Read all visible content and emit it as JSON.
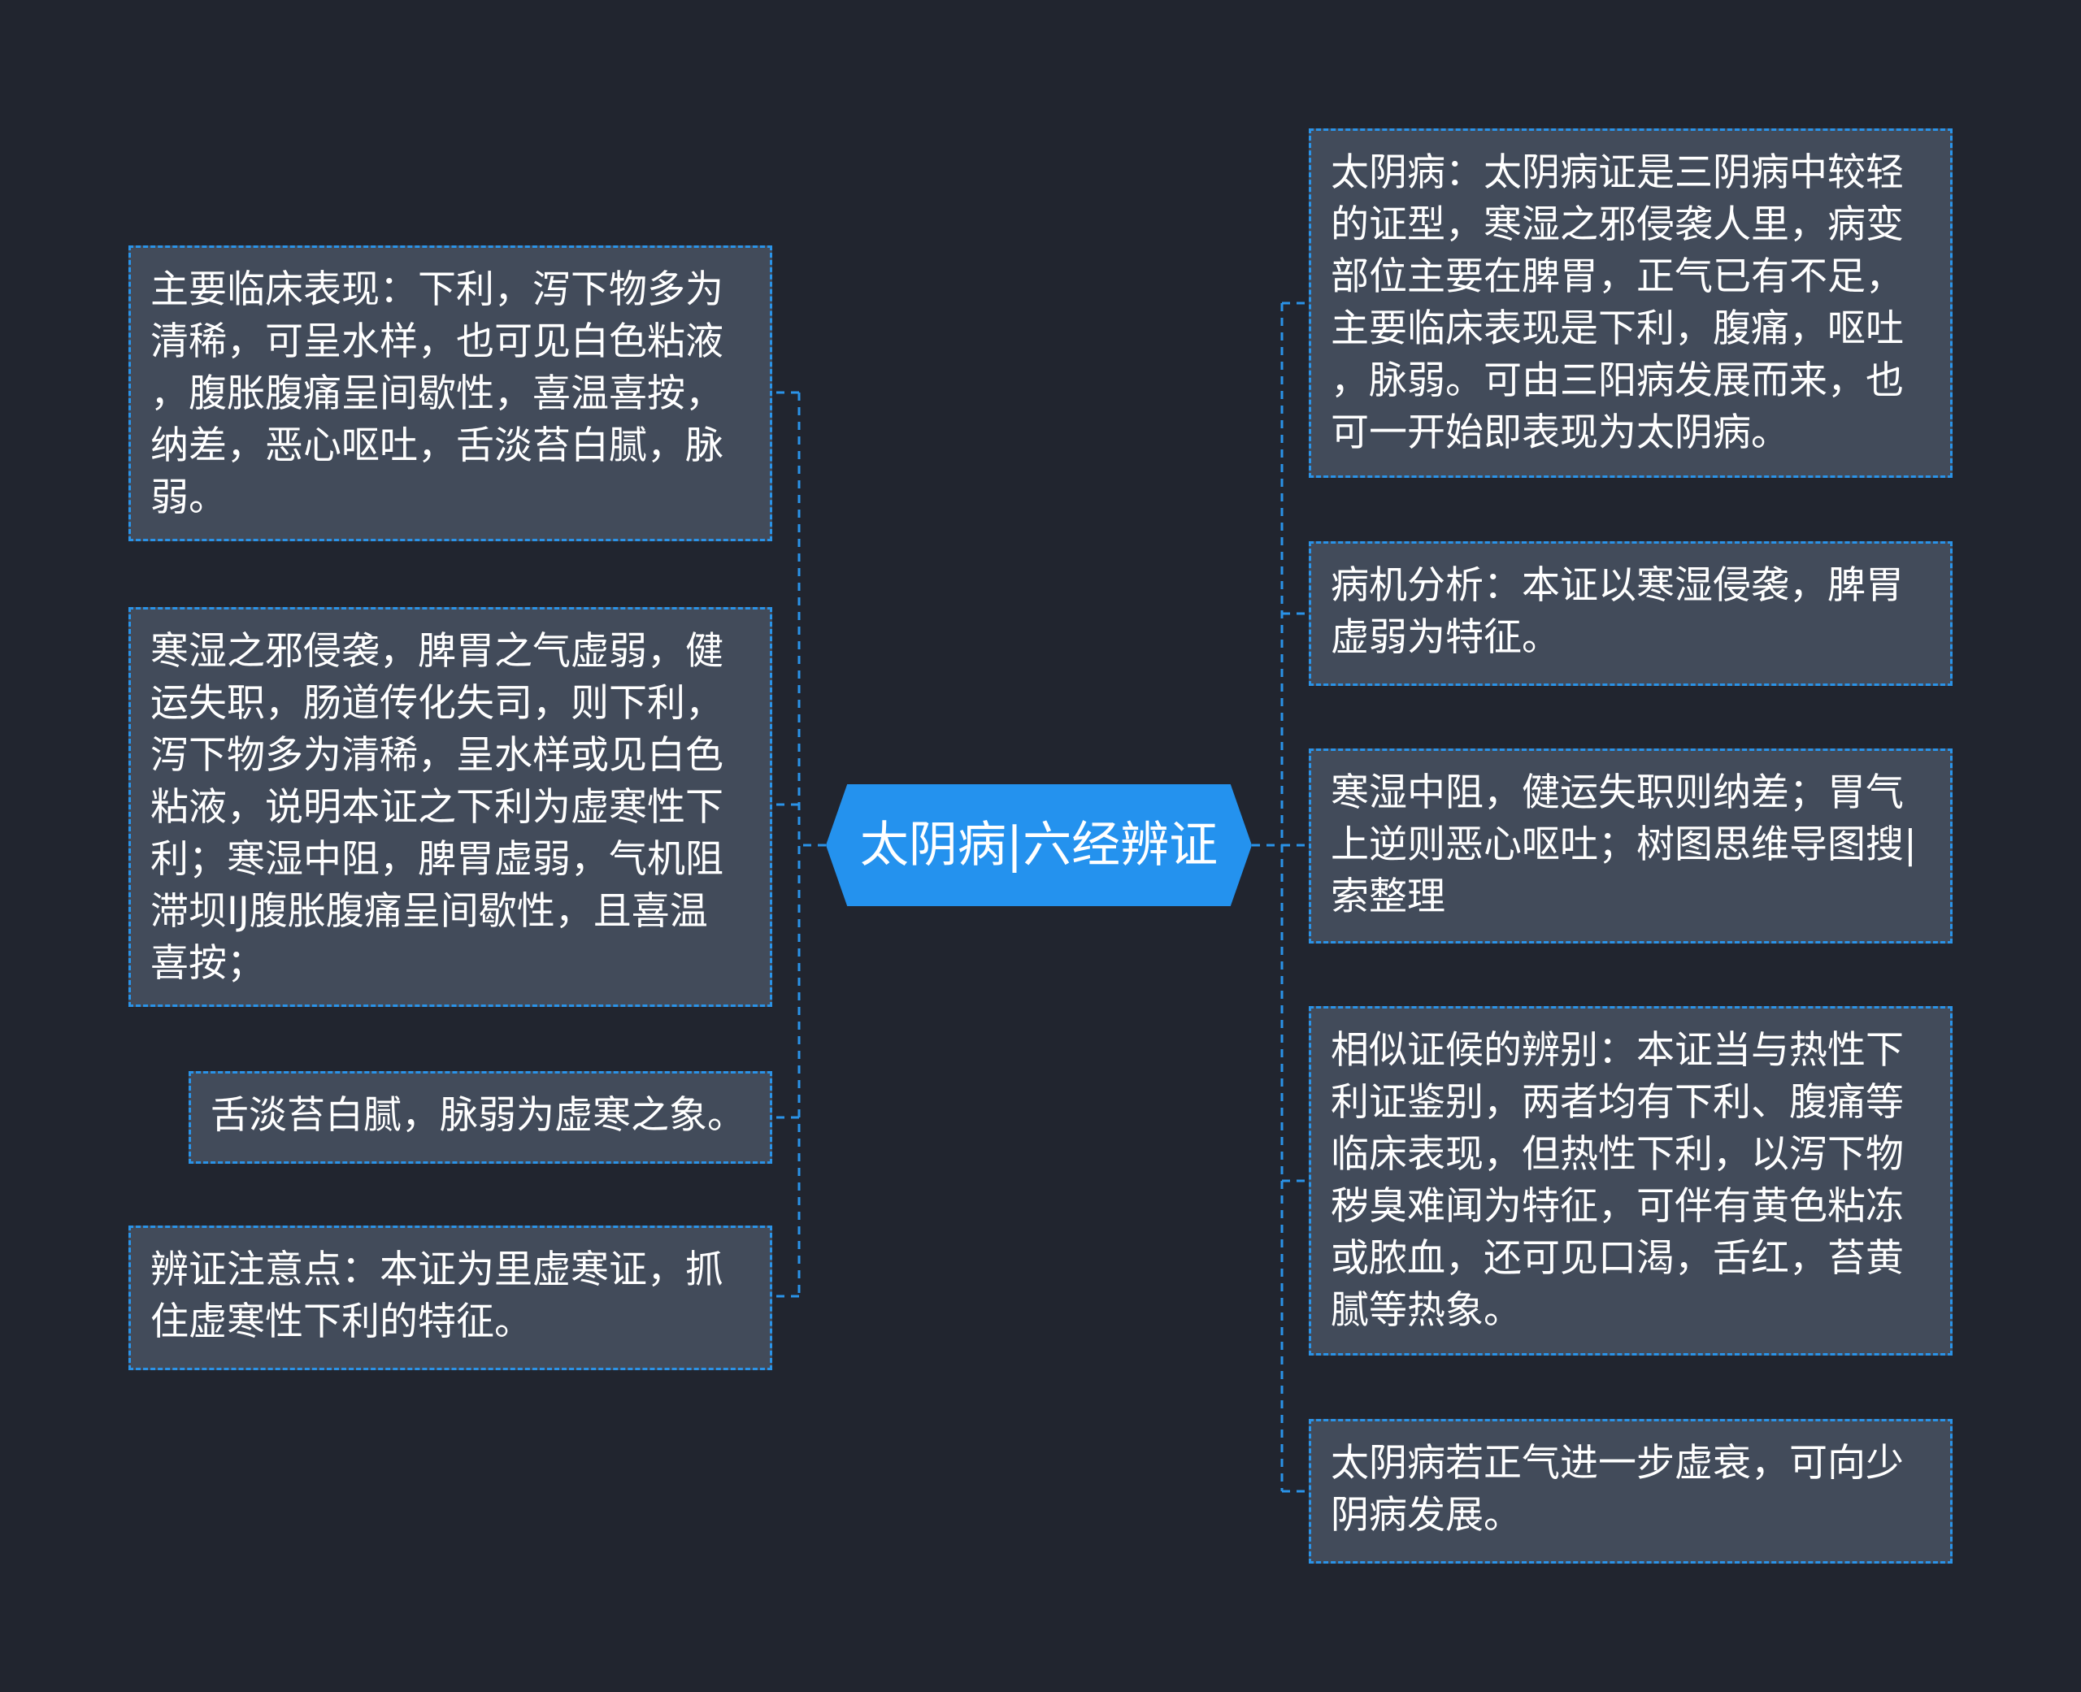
{
  "root": {
    "label": "太阴病|六经辨证"
  },
  "left_nodes": [
    {
      "text": "主要临床表现：下利，泻下物多为\n清稀，可呈水样，也可见白色粘液\n，腹胀腹痛呈间歇性，喜温喜按，\n纳差，恶心呕吐，舌淡苔白腻，脉\n弱。"
    },
    {
      "text": "寒湿之邪侵袭，脾胃之气虚弱，健\n运失职，肠道传化失司，则下利，\n泻下物多为清稀，呈水样或见白色\n粘液，说明本证之下利为虚寒性下\n利；寒湿中阻，脾胃虚弱，气机阻\n滞坝IJ腹胀腹痛呈间歇性，且喜温\n喜按；"
    },
    {
      "text": "舌淡苔白腻，脉弱为虚寒之象。"
    },
    {
      "text": "辨证注意点：本证为里虚寒证，抓\n住虚寒性下利的特征。"
    }
  ],
  "right_nodes": [
    {
      "text": "太阴病：太阴病证是三阴病中较轻\n的证型，寒湿之邪侵袭人里，病变\n部位主要在脾胃，正气已有不足，\n主要临床表现是下利，腹痛，呕吐\n，脉弱。可由三阳病发展而来，也\n可一开始即表现为太阴病。"
    },
    {
      "text": "病机分析：本证以寒湿侵袭，脾胃\n虚弱为特征。"
    },
    {
      "text": "寒湿中阻，健运失职则纳差；胃气\n上逆则恶心呕吐；树图思维导图搜|\n索整理"
    },
    {
      "text": "相似证候的辨别：本证当与热性下\n利证鉴别，两者均有下利、腹痛等\n临床表现，但热性下利，以泻下物\n秽臭难闻为特征，可伴有黄色粘冻\n或脓血，还可见口渴，舌红，苔黄\n腻等热象。"
    },
    {
      "text": "太阴病若正气进一步虚衰，可向少\n阴病发展。"
    }
  ],
  "colors": {
    "background": "#21252f",
    "node_fill": "#424b5a",
    "accent": "#2a93e8",
    "root_fill": "#2492ee",
    "text": "#ffffff"
  }
}
